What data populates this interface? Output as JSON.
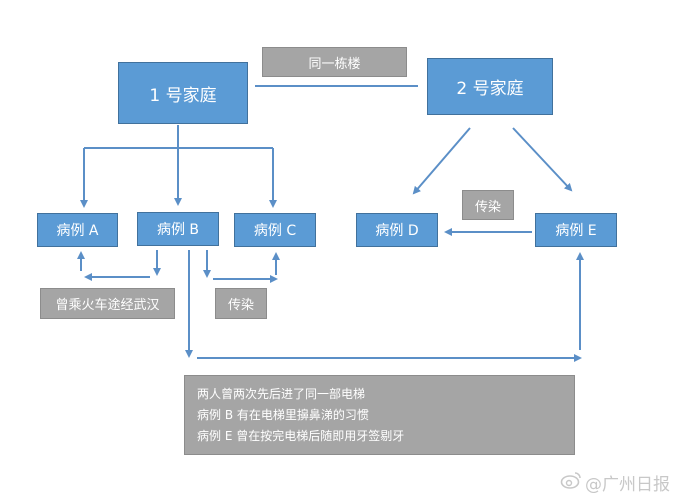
{
  "families": {
    "family1": "1 号家庭",
    "family2": "2 号家庭"
  },
  "link_label": "同一栋楼",
  "cases": {
    "a": "病例 A",
    "b": "病例 B",
    "c": "病例 C",
    "d": "病例 D",
    "e": "病例 E"
  },
  "labels": {
    "train": "曾乘火车途经武汉",
    "infect_bc": "传染",
    "infect_ed": "传染"
  },
  "note_lines": [
    "两人曾两次先后进了同一部电梯",
    "病例 B 有在电梯里擤鼻涕的习惯",
    "病例 E 曾在按完电梯后随即用牙签剔牙"
  ],
  "watermark": "@广州日报",
  "colors": {
    "box_blue": "#5b9bd5",
    "box_gray": "#a5a5a5",
    "arrow": "#5b8fc7"
  }
}
